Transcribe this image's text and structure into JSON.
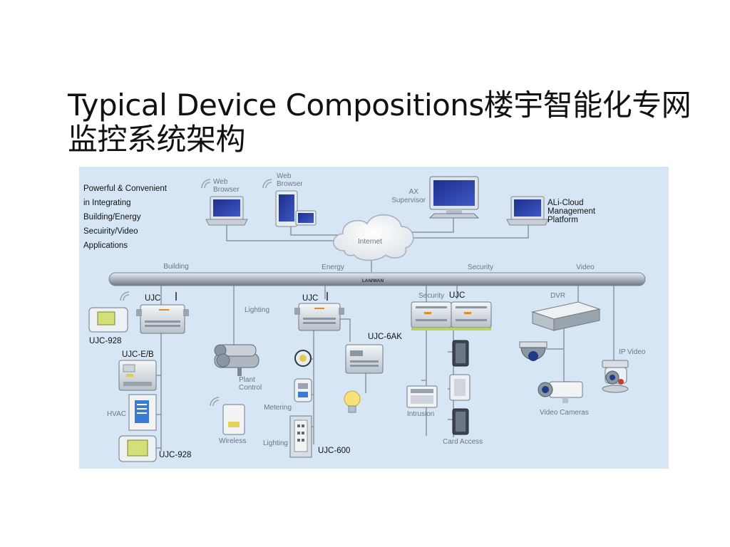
{
  "slide": {
    "title": "Typical Device Compositions楼宇智能化专网监控系统架构"
  },
  "diagram": {
    "bg_color": "#d7e6f4",
    "intro_lines": [
      "Powerful & Convenient",
      "in Integrating",
      "Building/Energy",
      "Secuirity/Video",
      "Applications"
    ],
    "top": {
      "web_browser_1": [
        "Web",
        "Browser"
      ],
      "web_browser_2": [
        "Web",
        "Browser"
      ],
      "ax_supervisor": [
        "AX",
        "Supervisor"
      ],
      "cloud_platform": [
        "ALi-Cloud",
        "Management",
        "Platform"
      ],
      "internet": "Internet"
    },
    "bus": {
      "label": "LAN/WAN",
      "segments": [
        "Building",
        "Energy",
        "Security",
        "Video"
      ]
    },
    "building": {
      "ujc": "UJC",
      "ujc_928_top": "UJC-928",
      "ujc_eb": "UJC-E/B",
      "hvac": "HVAC",
      "ujc_928_bottom": "UJC-928"
    },
    "energy": {
      "lighting_top": "Lighting",
      "ujc": "UJC",
      "plant_control": [
        "Plant",
        "Control"
      ],
      "ujc_6ak": "UJC-6AK",
      "wireless": "Wireless",
      "metering": "Metering",
      "lighting_bottom": "Lighting",
      "ujc_600": "UJC-600"
    },
    "security": {
      "label": "Security",
      "ujc": "UJC",
      "intrusion": "Intrusion",
      "card_access": "Card Access"
    },
    "video": {
      "dvr": "DVR",
      "video_cameras": "Video Cameras",
      "ip_video": "IP Video"
    }
  }
}
